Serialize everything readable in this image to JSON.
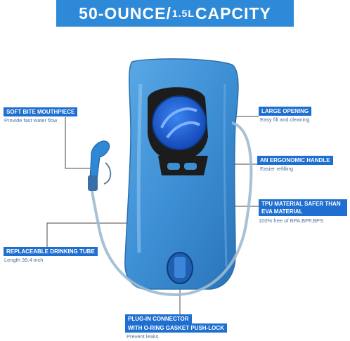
{
  "banner": {
    "part1": "50-OUNCE/",
    "part2": "1.5L",
    "part3": "CAPCITY"
  },
  "callouts": {
    "mouthpiece": {
      "title": "SOFT BITE MOUTHPIECE",
      "desc": "Provide fast water flow"
    },
    "opening": {
      "title": "LARGE OPENING",
      "desc": "Easy fill and cleaning"
    },
    "handle": {
      "title": "AN ERGONOMIC HANDLE",
      "desc": "Easier refilling"
    },
    "material": {
      "title": "TPU MATERIAL SAFER THAN EVA MATERIAL",
      "desc": "100% free of BPA,BPF,BPS"
    },
    "tube": {
      "title": "REPLACEABLE DRINKING TUBE",
      "desc": "Length 39.4 inch"
    },
    "connector": {
      "title1": "PLUG-IN CONNECTOR",
      "title2": "WITH O-RING GASKET PUSH-LOCK",
      "desc": "Prevent leaks"
    }
  },
  "colors": {
    "banner": "#2e8ad8",
    "label": "#1f6fd0",
    "bladder": "#3d8fd4",
    "cap": "#1a5fcf"
  }
}
